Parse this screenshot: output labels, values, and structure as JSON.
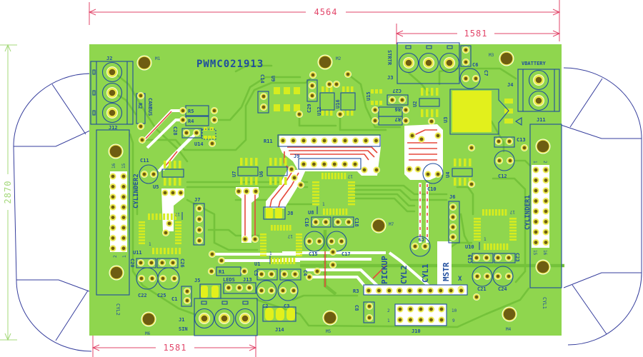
{
  "board": {
    "title": "PWMC021913"
  },
  "dimensions": {
    "overall_width": "4564",
    "top_connector_span": "1581",
    "bottom_connector_span": "1581",
    "overall_height": "2870"
  },
  "connectors": {
    "refs": [
      "J1",
      "J2",
      "J3",
      "J4",
      "J5",
      "J6",
      "J7",
      "J8",
      "J9",
      "J10",
      "J11",
      "J12",
      "J13",
      "J14"
    ],
    "names": {
      "sin": "SIN",
      "canbus": "CANBUS",
      "strtr": "STRTR",
      "vbattery": "VBATTERY",
      "leds": "LEDS",
      "cylinder1": "CYLINDER1",
      "cylinder2": "CYLINDER2"
    },
    "pin_labels": {
      "cylinder1": [
        "1",
        "2",
        "15",
        "16"
      ],
      "cylinder2": [
        "16",
        "15",
        "2",
        "1"
      ],
      "j10": [
        "2",
        "1",
        "10",
        "9"
      ]
    }
  },
  "components": {
    "resistors": [
      "R1",
      "R2",
      "R3",
      "R4",
      "R5",
      "R6",
      "R7",
      "R11"
    ],
    "capacitors": [
      "C1",
      "C2",
      "C3",
      "C4",
      "C5",
      "C6",
      "C7",
      "C8",
      "C9",
      "C10",
      "C11",
      "C12",
      "C13",
      "C14",
      "C15",
      "C16",
      "C17",
      "C18",
      "C19",
      "C20",
      "C21",
      "C22",
      "C23",
      "C24",
      "C25",
      "C26",
      "C27",
      "C28",
      "C29"
    ],
    "ics": [
      "U1",
      "U2",
      "U3",
      "U4",
      "U5",
      "U6",
      "U7",
      "U8",
      "U9",
      "U10",
      "U11",
      "U12",
      "U14",
      "U15",
      "U16"
    ],
    "qfp_pin_markers": {
      "first": "1",
      "last": "17"
    }
  },
  "mounting_holes": [
    "M1",
    "M2",
    "M3",
    "M4",
    "M5",
    "M6",
    "M7"
  ],
  "net_labels": [
    "PICKUP",
    "CYL2",
    "CYL1",
    "MSTR",
    "X"
  ],
  "outline_labels": {
    "left": "CYL2",
    "right": "CYL1"
  },
  "colors": {
    "board": "#8fd64e",
    "trace": "#74c23a",
    "silk": "#1f4d9e",
    "pad": "#d6ec1f",
    "pad_big": "#e2f01c",
    "red": "#e5493b",
    "dim_red": "#e2466a",
    "dim_green": "#a4d87a",
    "outline": "#353d9c",
    "hole": "#6e5d12",
    "ring": "#ecea48"
  }
}
